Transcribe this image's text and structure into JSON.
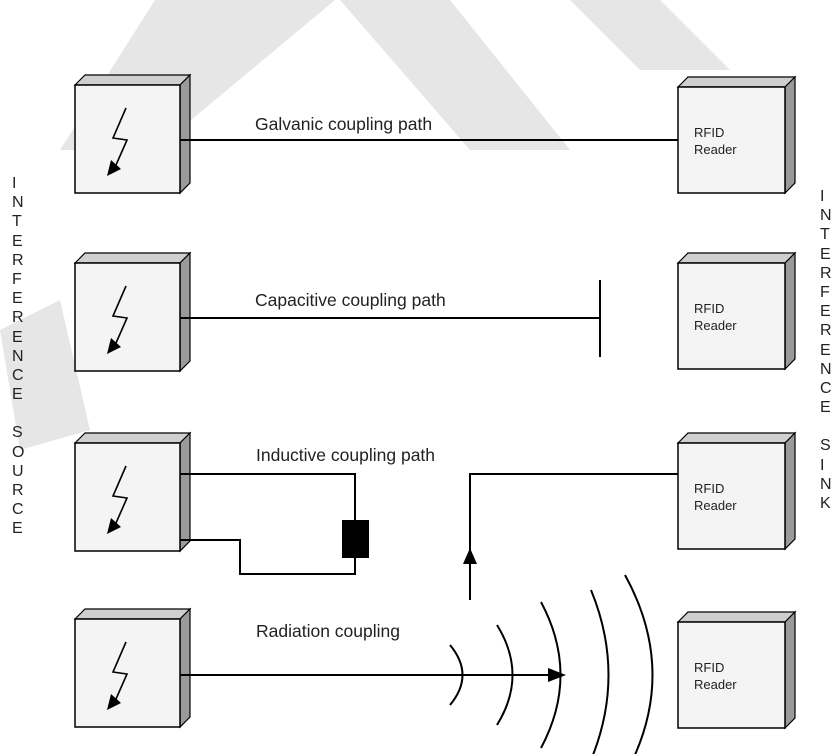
{
  "paths": [
    {
      "label": "Galvanic coupling path"
    },
    {
      "label": "Capacitive coupling path"
    },
    {
      "label": "Inductive coupling path"
    },
    {
      "label": "Radiation coupling"
    }
  ],
  "reader": {
    "line1": "RFID",
    "line2": "Reader"
  },
  "left_vertical_label": [
    "I",
    "N",
    "T",
    "E",
    "R",
    "F",
    "E",
    "R",
    "E",
    "N",
    "C",
    "E",
    "",
    "S",
    "O",
    "U",
    "R",
    "C",
    "E"
  ],
  "right_vertical_label": [
    "I",
    "N",
    "T",
    "E",
    "R",
    "F",
    "E",
    "R",
    "E",
    "N",
    "C",
    "E",
    "",
    "S",
    "I",
    "N",
    "K"
  ],
  "colors": {
    "line": "#000000",
    "box_front": "#f2f2f2",
    "box_side": "#9a9a9a",
    "box_top": "#cfcfcf",
    "watermark": "#e3e3e3"
  }
}
